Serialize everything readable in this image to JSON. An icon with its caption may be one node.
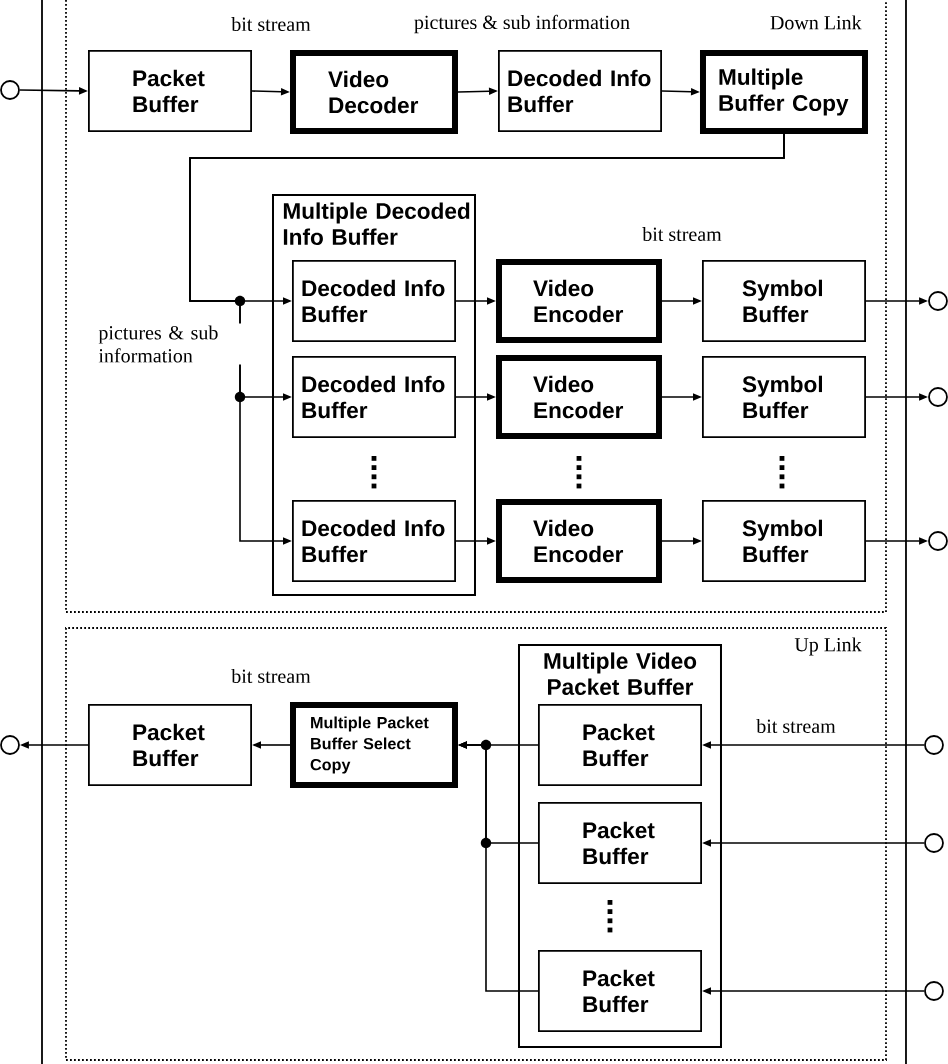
{
  "diagram": {
    "nodes": [
      {
        "text": [],
        "shape": "circle"
      },
      {
        "text": [
          "Down Link"
        ]
      },
      {
        "text": [
          "Packet Buffer"
        ],
        "in": 1
      },
      {
        "text": [
          "Video Decoder"
        ],
        "in": 1
      },
      {
        "text": [
          "Decoded Info Buffer"
        ],
        "in": 1
      },
      {
        "text": [
          "Multiple Buffer Copy"
        ],
        "in": 1
      },
      {
        "text": [
          "Multiple Decoded Info Buffer"
        ],
        "in": 1
      },
      {
        "text": [
          "Decoded Info Buffer"
        ],
        "in": 6
      },
      {
        "text": [
          "Decoded Info Buffer"
        ],
        "in": 6
      },
      {
        "text": [
          "Decoded Info Buffer"
        ],
        "in": 6
      },
      {
        "text": [
          "Video Encoder"
        ],
        "in": 1
      },
      {
        "text": [
          "Video Encoder"
        ],
        "in": 1
      },
      {
        "text": [
          "Video Encoder"
        ],
        "in": 1
      },
      {
        "text": [
          "Symbol Buffer"
        ],
        "in": 1
      },
      {
        "text": [
          "Symbol Buffer"
        ],
        "in": 1
      },
      {
        "text": [
          "Symbol Buffer"
        ],
        "in": 1
      },
      {
        "text": [],
        "shape": "circle"
      },
      {
        "text": [],
        "shape": "circle"
      },
      {
        "text": [],
        "shape": "circle"
      },
      {
        "text": [],
        "shape": "circle"
      },
      {
        "text": [
          "Up Link"
        ]
      },
      {
        "text": [
          "Packet Buffer"
        ],
        "in": 20
      },
      {
        "text": [
          "Multiple Packet Buffer Select Copy"
        ],
        "in": 20
      },
      {
        "text": [
          "Multiple Video Packet Buffer"
        ],
        "in": 20
      },
      {
        "text": [
          "Packet Buffer"
        ],
        "in": 23
      },
      {
        "text": [
          "Packet Buffer"
        ],
        "in": 23
      },
      {
        "text": [
          "Packet Buffer"
        ],
        "in": 23
      },
      {
        "text": [],
        "shape": "circle"
      },
      {
        "text": [],
        "shape": "circle"
      },
      {
        "text": [],
        "shape": "circle"
      }
    ],
    "edges": [
      {
        "from": 0,
        "to": 2,
        "arrow": "to"
      },
      {
        "from": 2,
        "to": 3,
        "arrow": "to",
        "label": "bit stream"
      },
      {
        "from": 3,
        "to": 4,
        "arrow": "to",
        "label": "pictures & sub information"
      },
      {
        "from": 4,
        "to": 5,
        "arrow": "to"
      },
      {
        "from": 5,
        "to": 7,
        "arrow": "to",
        "label": "pictures & sub information"
      },
      {
        "from": 5,
        "to": 8,
        "arrow": "to"
      },
      {
        "from": 5,
        "to": 9,
        "arrow": "to"
      },
      {
        "from": 7,
        "to": 10,
        "arrow": "to"
      },
      {
        "from": 8,
        "to": 11,
        "arrow": "to"
      },
      {
        "from": 9,
        "to": 12,
        "arrow": "to"
      },
      {
        "from": 10,
        "to": 13,
        "arrow": "to",
        "label": "bit stream"
      },
      {
        "from": 11,
        "to": 14,
        "arrow": "to"
      },
      {
        "from": 12,
        "to": 15,
        "arrow": "to"
      },
      {
        "from": 13,
        "to": 16,
        "arrow": "to"
      },
      {
        "from": 14,
        "to": 17,
        "arrow": "to"
      },
      {
        "from": 15,
        "to": 18,
        "arrow": "to"
      },
      {
        "from": 27,
        "to": 24,
        "arrow": "to",
        "label": "bit stream"
      },
      {
        "from": 28,
        "to": 25,
        "arrow": "to"
      },
      {
        "from": 29,
        "to": 26,
        "arrow": "to"
      },
      {
        "from": 24,
        "to": 22,
        "arrow": "to"
      },
      {
        "from": 25,
        "to": 22,
        "arrow": "to"
      },
      {
        "from": 26,
        "to": 22,
        "arrow": "to"
      },
      {
        "from": 22,
        "to": 21,
        "arrow": "to",
        "label": "bit stream"
      },
      {
        "from": 21,
        "to": 19,
        "arrow": "to"
      }
    ]
  }
}
